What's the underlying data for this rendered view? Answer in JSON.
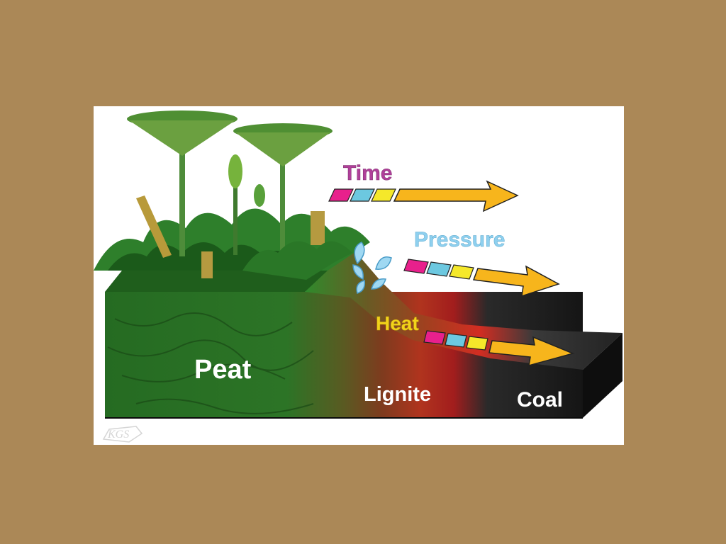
{
  "colors": {
    "background": "#AB8857",
    "panel": "#FFFFFF",
    "time": "#B0409A",
    "pressure": "#8FD0EF",
    "heat": "#F2D31B",
    "arrow": "#F7B51C",
    "square_magenta": "#E8208C",
    "square_cyan": "#6CC8E0",
    "square_yellow": "#F5E82A",
    "peat": "#2E7A2A",
    "lignite": "#A5302A",
    "coal": "#1E1E1E"
  },
  "process": {
    "time_label": "Time",
    "pressure_label": "Pressure",
    "heat_label": "Heat"
  },
  "stages": {
    "peat": "Peat",
    "lignite": "Lignite",
    "coal": "Coal"
  },
  "watermark": "KGS"
}
